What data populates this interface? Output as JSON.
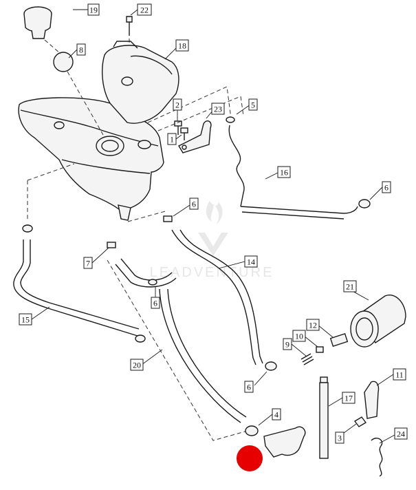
{
  "callouts": [
    {
      "id": "c19",
      "label": "19"
    },
    {
      "id": "c22",
      "label": "22"
    },
    {
      "id": "c8",
      "label": "8"
    },
    {
      "id": "c18",
      "label": "18"
    },
    {
      "id": "c2",
      "label": "2"
    },
    {
      "id": "c23",
      "label": "23"
    },
    {
      "id": "c5",
      "label": "5"
    },
    {
      "id": "c1",
      "label": "1"
    },
    {
      "id": "c16",
      "label": "16"
    },
    {
      "id": "c6a",
      "label": "6"
    },
    {
      "id": "c6b",
      "label": "6"
    },
    {
      "id": "c7",
      "label": "7"
    },
    {
      "id": "c14",
      "label": "14"
    },
    {
      "id": "c6c",
      "label": "6"
    },
    {
      "id": "c15",
      "label": "15"
    },
    {
      "id": "c21",
      "label": "21"
    },
    {
      "id": "c12",
      "label": "12"
    },
    {
      "id": "c10",
      "label": "10"
    },
    {
      "id": "c9",
      "label": "9"
    },
    {
      "id": "c20",
      "label": "20"
    },
    {
      "id": "c11",
      "label": "11"
    },
    {
      "id": "c6d",
      "label": "6"
    },
    {
      "id": "c17",
      "label": "17"
    },
    {
      "id": "c4",
      "label": "4"
    },
    {
      "id": "c3",
      "label": "3"
    },
    {
      "id": "c24",
      "label": "24"
    }
  ],
  "watermark": {
    "text": "LEADVENTURE"
  },
  "colors": {
    "highlight_marker": "#e60000",
    "ink": "#1a1a1a",
    "hose_highlight": "#000000"
  }
}
